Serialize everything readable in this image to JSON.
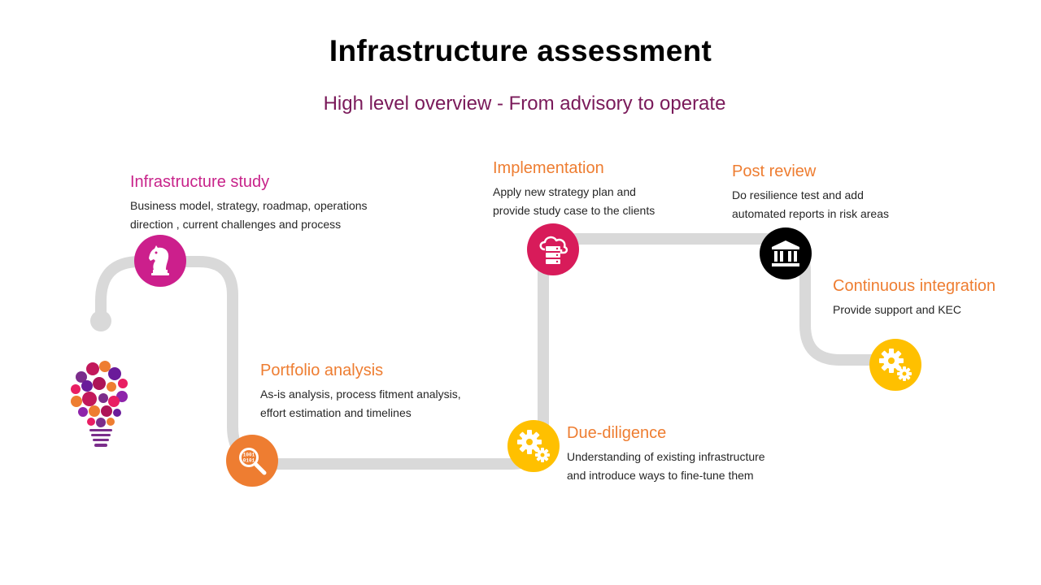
{
  "header": {
    "title": "Infrastructure  assessment",
    "subtitle": "High level overview - From advisory to operate"
  },
  "steps": [
    {
      "title": "Infrastructure study",
      "desc1": "Business model, strategy, roadmap, operations",
      "desc2": "direction , current challenges and process",
      "icon": "knight-chess-icon",
      "title_color": "#c8238a",
      "node_color": "#cc1f8c"
    },
    {
      "title": "Portfolio analysis",
      "desc1": "As-is analysis, process fitment analysis,",
      "desc2": "effort estimation and timelines",
      "icon": "binary-search-icon",
      "title_color": "#ee7d31",
      "node_color": "#ee7d31"
    },
    {
      "title": "Due-diligence",
      "desc1": "Understanding of existing infrastructure",
      "desc2": "and introduce ways to fine-tune them",
      "icon": "gears-icon",
      "title_color": "#ee7d31",
      "node_color": "#ffc000"
    },
    {
      "title": "Implementation",
      "desc1": "Apply new strategy plan and",
      "desc2": "provide study case to the clients",
      "icon": "cloud-server-icon",
      "title_color": "#ee7d31",
      "node_color": "#d81b5a"
    },
    {
      "title": "Post review",
      "desc1": "Do resilience test and add",
      "desc2": "automated reports in risk areas",
      "icon": "bank-building-icon",
      "title_color": "#ee7d31",
      "node_color": "#000000"
    },
    {
      "title": "Continuous integration",
      "desc1": "Provide support and KEC",
      "desc2": "",
      "icon": "gears-icon",
      "title_color": "#ee7d31",
      "node_color": "#ffc000"
    }
  ],
  "decor": {
    "bulb_icon": "idea-lightbulb-icon",
    "path_color": "#d9d9d9"
  }
}
